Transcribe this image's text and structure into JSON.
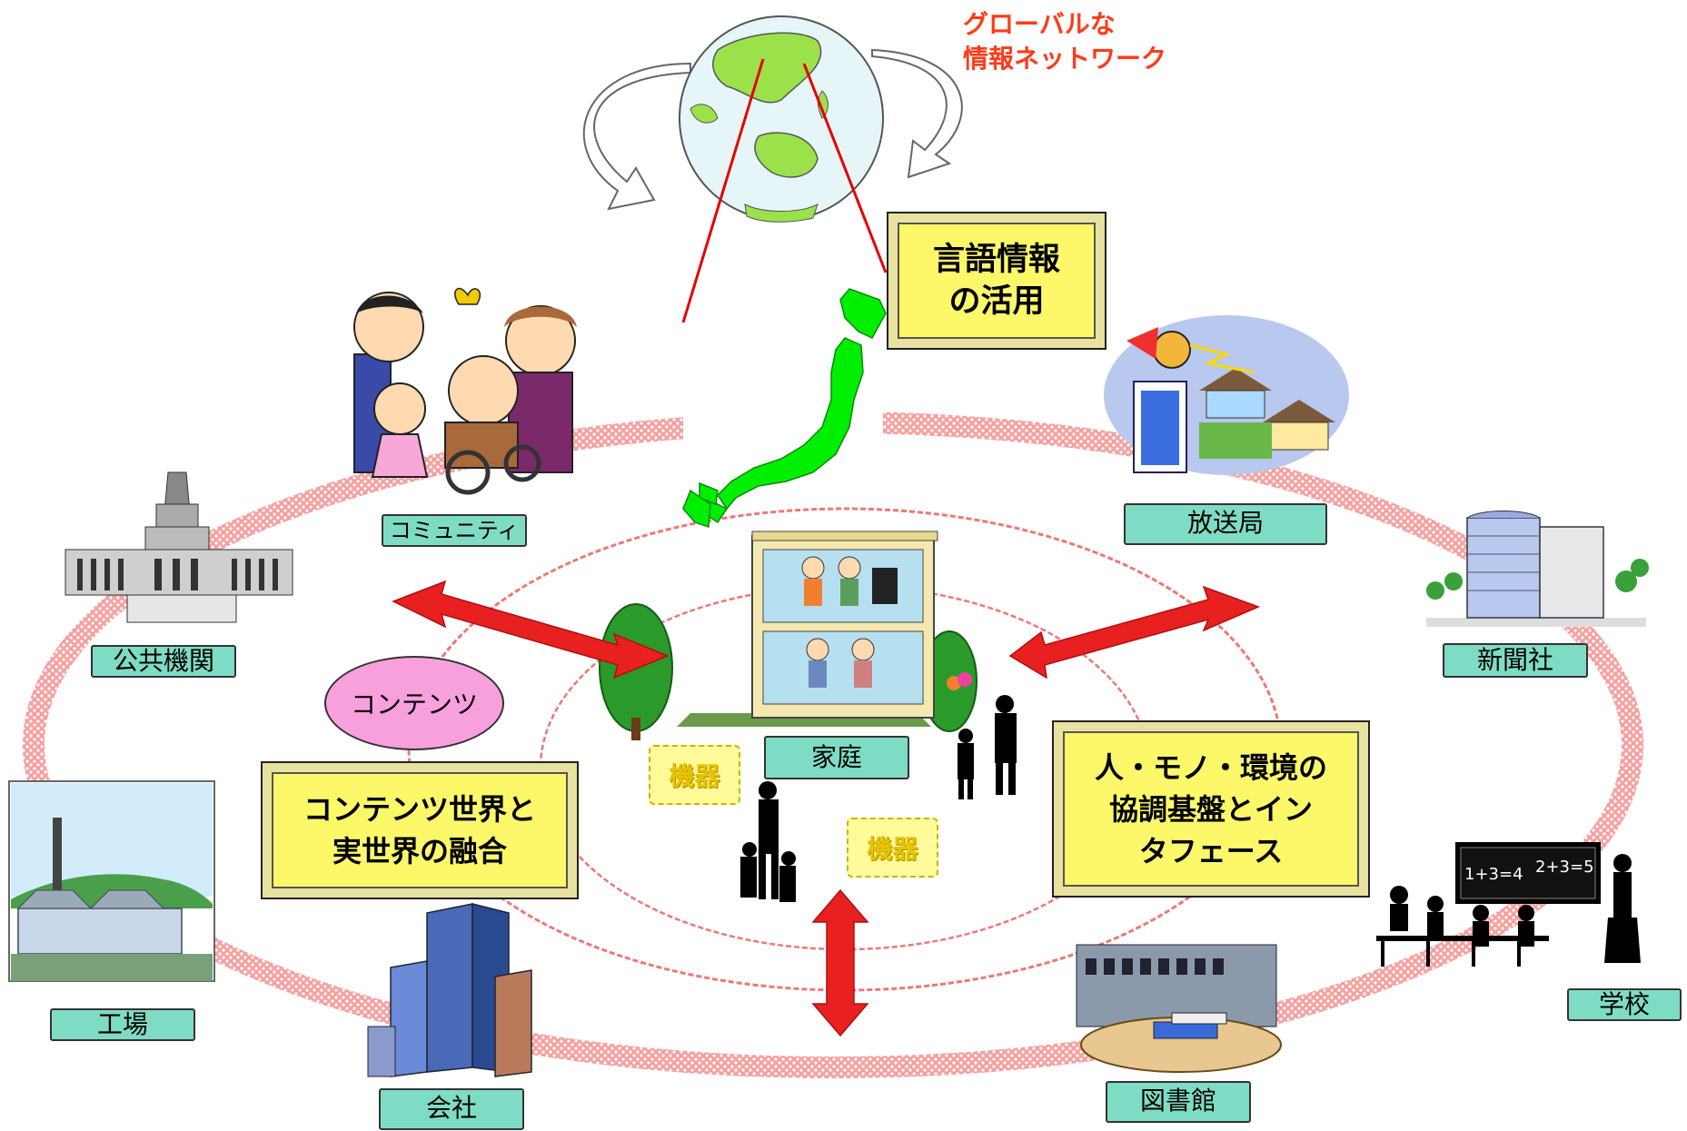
{
  "global_network": {
    "line1": "グローバルな",
    "line2": "情報ネットワーク"
  },
  "boxes": {
    "language": {
      "line1": "言語情報",
      "line2": "の活用"
    },
    "contents_fusion": {
      "line1": "コンテンツ世界と",
      "line2": "実世界の融合"
    },
    "interface": {
      "line1": "人・モノ・環境の",
      "line2": "協調基盤とイン",
      "line3": "タフェース"
    }
  },
  "contents_bubble": "コンテンツ",
  "device_label": "機器",
  "labels": {
    "community": "コミュニティ",
    "broadcast": "放送局",
    "public": "公共機関",
    "newspaper": "新聞社",
    "home": "家庭",
    "factory": "工場",
    "company": "会社",
    "library": "図書館",
    "school": "学校"
  },
  "school_board": {
    "eq1": "1+3=4",
    "eq2": "2+3=5"
  },
  "colors": {
    "outer_ring": "#f05858",
    "arrow": "#e82020",
    "label_bg": "#7fdcc4",
    "box_bg": "#fcf86a",
    "japan": "#00ee00",
    "globe_water": "#e6f6f8",
    "globe_land": "#9be24a",
    "pointer_line": "#e60000"
  },
  "icons": [
    "globe-icon",
    "japan-map-icon",
    "family-icon",
    "broadcast-icon",
    "parliament-icon",
    "newspaper-building-icon",
    "house-icon",
    "factory-icon",
    "office-tower-icon",
    "library-icon",
    "school-icon",
    "silhouette-people-icon"
  ]
}
